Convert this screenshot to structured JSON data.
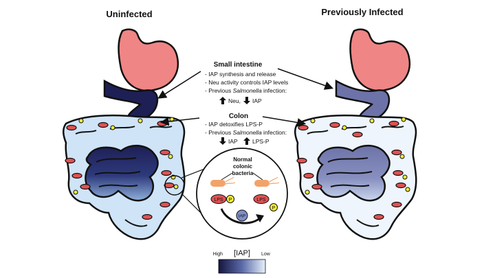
{
  "titles": {
    "left": "Uninfected",
    "right": "Previously Infected"
  },
  "small_intestine": {
    "heading": "Small intestine",
    "line1": "- IAP synthesis and release",
    "line2": "- Neu activity controls IAP levels",
    "line3_prefix": "- Previous ",
    "line3_italic": "Salmonella",
    "line3_suffix": " infection:",
    "effect1": "Neu,",
    "effect2": "IAP"
  },
  "colon": {
    "heading": "Colon",
    "line1": "- IAP detoxifies LPS-P",
    "line2_prefix": "- Previous ",
    "line2_italic": "Salmonella",
    "line2_suffix": " infection:",
    "effect1": "IAP",
    "effect2": "LPS-P"
  },
  "inset": {
    "title_line1": "Normal",
    "title_line2": "colonic",
    "title_line3": "bacteria",
    "lps": "LPS",
    "p": "P",
    "iap": "IAP"
  },
  "legend": {
    "label": "[IAP]",
    "high": "High",
    "low": "Low",
    "color_high": "#15153f",
    "color_low": "#e6f1fb"
  },
  "colors": {
    "stomach": "#f08585",
    "colon_left": "#cfe4f7",
    "colon_right": "#eef5fc",
    "small_int_left": "#3f4b8f",
    "small_int_right": "#7d86b6",
    "lps_red": "#e05252",
    "p_yellow": "#f3ec3a",
    "bacteria_orange": "#f2a36a"
  }
}
